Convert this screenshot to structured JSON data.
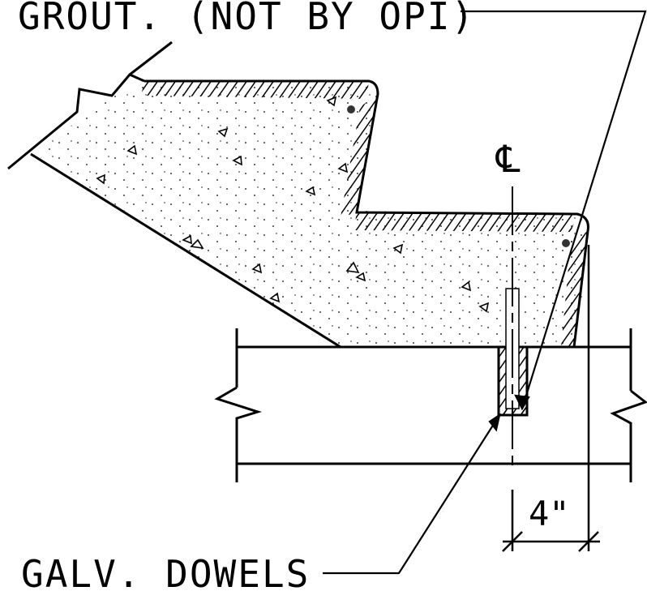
{
  "labels": {
    "grout": "GROUT. (NOT BY OPI)",
    "dowels": "GALV. DOWELS",
    "centerline": "℄",
    "dimension": "4\""
  },
  "colors": {
    "ink": "#000000",
    "paper": "#ffffff"
  }
}
